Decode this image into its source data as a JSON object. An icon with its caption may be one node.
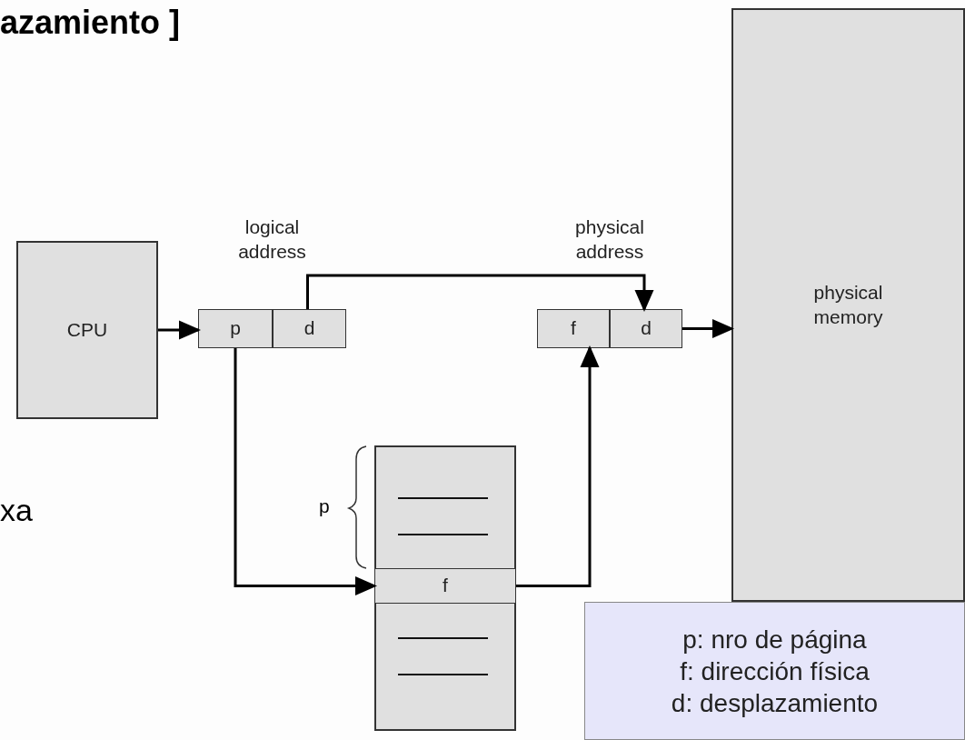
{
  "diagram": {
    "nodes": [
      {
        "text": [
          "CPU"
        ]
      },
      {
        "text": [],
        "shape": "box",
        "beside": [
          "logical address"
        ]
      },
      {
        "text": [
          "p"
        ],
        "in": 1
      },
      {
        "text": [
          "d"
        ],
        "in": 1
      },
      {
        "text": [],
        "shape": "box",
        "beside": [
          "physical address"
        ]
      },
      {
        "text": [
          "f"
        ],
        "in": 4
      },
      {
        "text": [
          "d"
        ],
        "in": 4
      },
      {
        "text": [
          "physical memory"
        ]
      },
      {
        "text": [],
        "shape": "box"
      },
      {
        "text": [
          "f"
        ],
        "in": 8
      },
      {
        "text": [
          "p: nro de página",
          "f: dirección física",
          "d: desplazamiento"
        ]
      }
    ],
    "edges": [
      {
        "from": 0,
        "to": 1,
        "arrow": "to"
      },
      {
        "from": 3,
        "to": 6,
        "arrow": "to"
      },
      {
        "from": 2,
        "to": 9,
        "arrow": "to"
      },
      {
        "from": 9,
        "to": 5,
        "arrow": "to"
      },
      {
        "from": 4,
        "to": 7,
        "arrow": "to"
      }
    ],
    "labels": [
      "azamiento ]",
      "xa",
      "p"
    ]
  }
}
